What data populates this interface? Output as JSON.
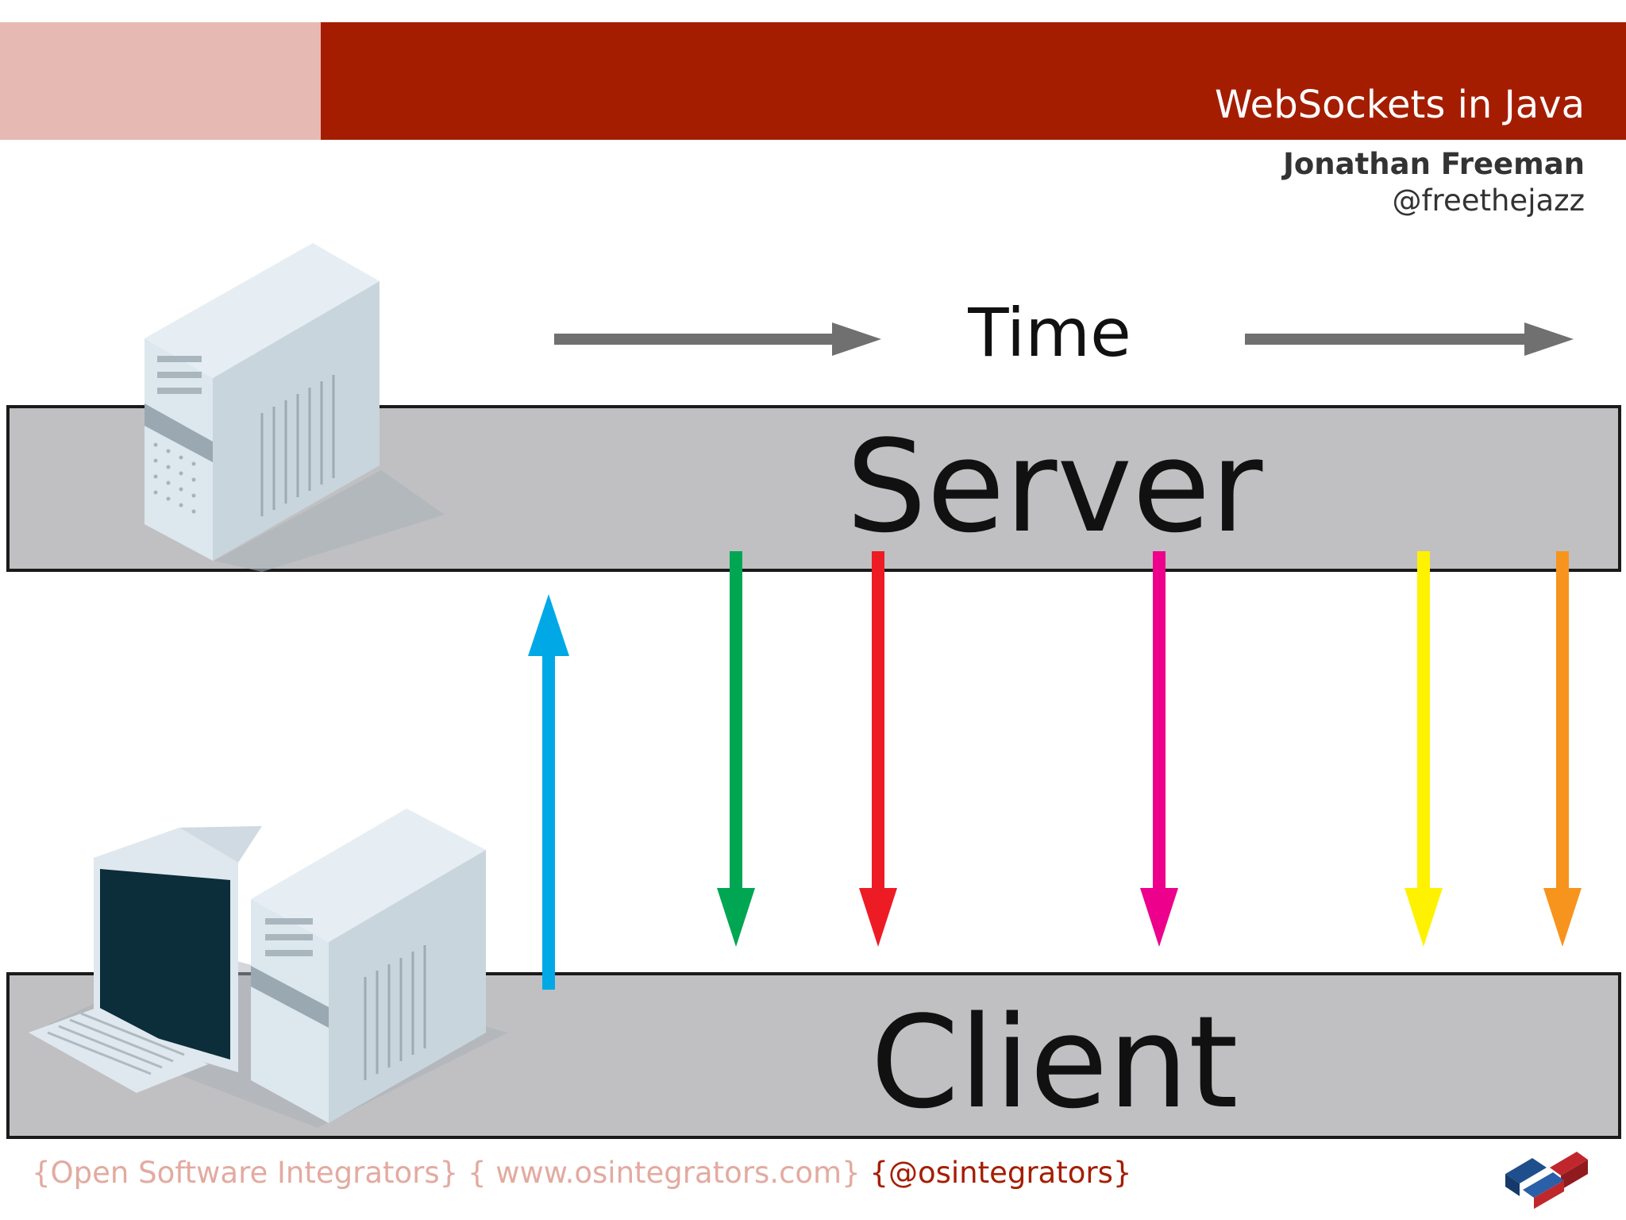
{
  "header": {
    "title": "WebSockets in Java",
    "author": "Jonathan Freeman",
    "handle": "@freethejazz"
  },
  "diagram": {
    "time_label": "Time",
    "server_label": "Server",
    "client_label": "Client",
    "message_colors": {
      "upstream": "#00a9e6",
      "down_1": "#00a651",
      "down_2": "#ed1c24",
      "down_3": "#ec008c",
      "down_4": "#fff200",
      "down_5": "#f7941d"
    },
    "bar_fill": "#c0c0c2",
    "arrow_gray": "#707070"
  },
  "footer": {
    "company": "{Open Software Integrators}",
    "website": "{ www.osintegrators.com}",
    "twitter": "{@osintegrators}"
  },
  "theme": {
    "brand_red": "#a51d00",
    "brand_pink": "#e6b9b2"
  }
}
